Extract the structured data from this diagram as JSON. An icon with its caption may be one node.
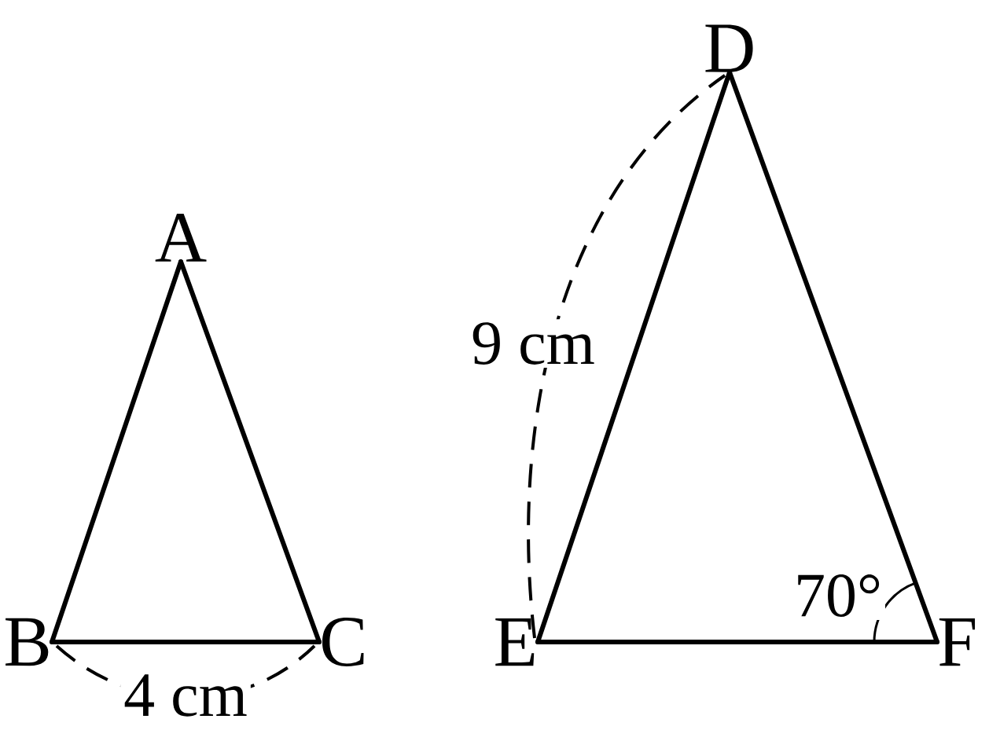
{
  "diagram": {
    "nodes": [
      {
        "text": [
          "A"
        ]
      },
      {
        "text": [
          "B"
        ]
      },
      {
        "text": [
          "C"
        ]
      },
      {
        "text": [
          "D"
        ]
      },
      {
        "text": [
          "E"
        ]
      },
      {
        "text": [
          "F"
        ]
      }
    ],
    "edges": [
      {
        "from": 0,
        "to": 1,
        "arrow": "none"
      },
      {
        "from": 0,
        "to": 2,
        "arrow": "none"
      },
      {
        "from": 1,
        "to": 2,
        "arrow": "none"
      },
      {
        "from": 3,
        "to": 4,
        "arrow": "none"
      },
      {
        "from": 3,
        "to": 5,
        "arrow": "none"
      },
      {
        "from": 4,
        "to": 5,
        "arrow": "none"
      }
    ],
    "labels": [
      "4 cm",
      "9 cm",
      "70°"
    ]
  }
}
